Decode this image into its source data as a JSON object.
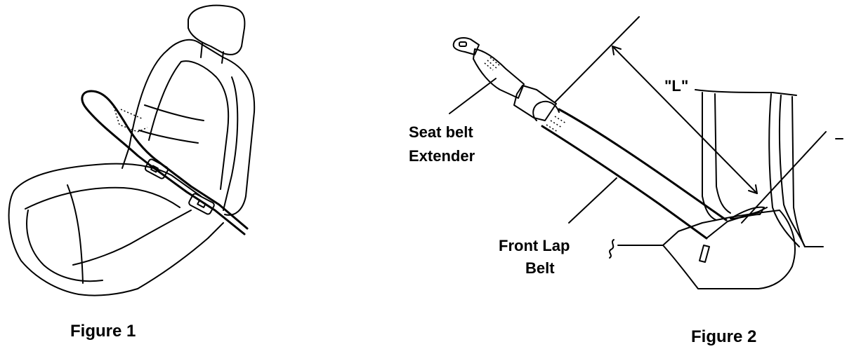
{
  "figure1": {
    "caption": "Figure 1"
  },
  "figure2": {
    "caption": "Figure 2",
    "labels": {
      "extender_line1": "Seat belt",
      "extender_line2": "Extender",
      "lap_line1": "Front Lap",
      "lap_line2": "Belt",
      "length": "\"L\""
    }
  }
}
